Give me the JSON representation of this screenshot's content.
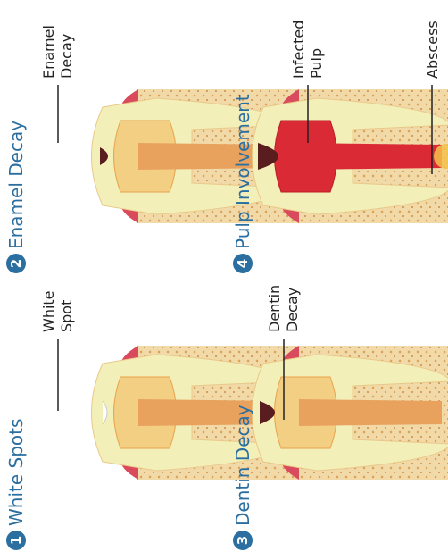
{
  "colors": {
    "title": "#2b6fa0",
    "badge": "#2b6fa0",
    "bone": "#f2d9a8",
    "gum": "#d94a5c",
    "tooth": "#f3efb8",
    "dentin": "#f3cf84",
    "pulp": "#e8a25e",
    "infected": "#d92a35",
    "decay": "#5a1d1f"
  },
  "stages": [
    {
      "number": "1",
      "title": "White Spots",
      "callout": [
        "White",
        "Spot"
      ]
    },
    {
      "number": "2",
      "title": "Enamel Decay",
      "callout": [
        "Enamel",
        "Decay"
      ]
    },
    {
      "number": "3",
      "title": "Dentin Decay",
      "callout": [
        "Dentin",
        "Decay"
      ]
    },
    {
      "number": "4",
      "title": "Pulp Involvement",
      "callout": [
        "Infected",
        "Pulp"
      ],
      "callout2": [
        "Abscess"
      ]
    }
  ]
}
